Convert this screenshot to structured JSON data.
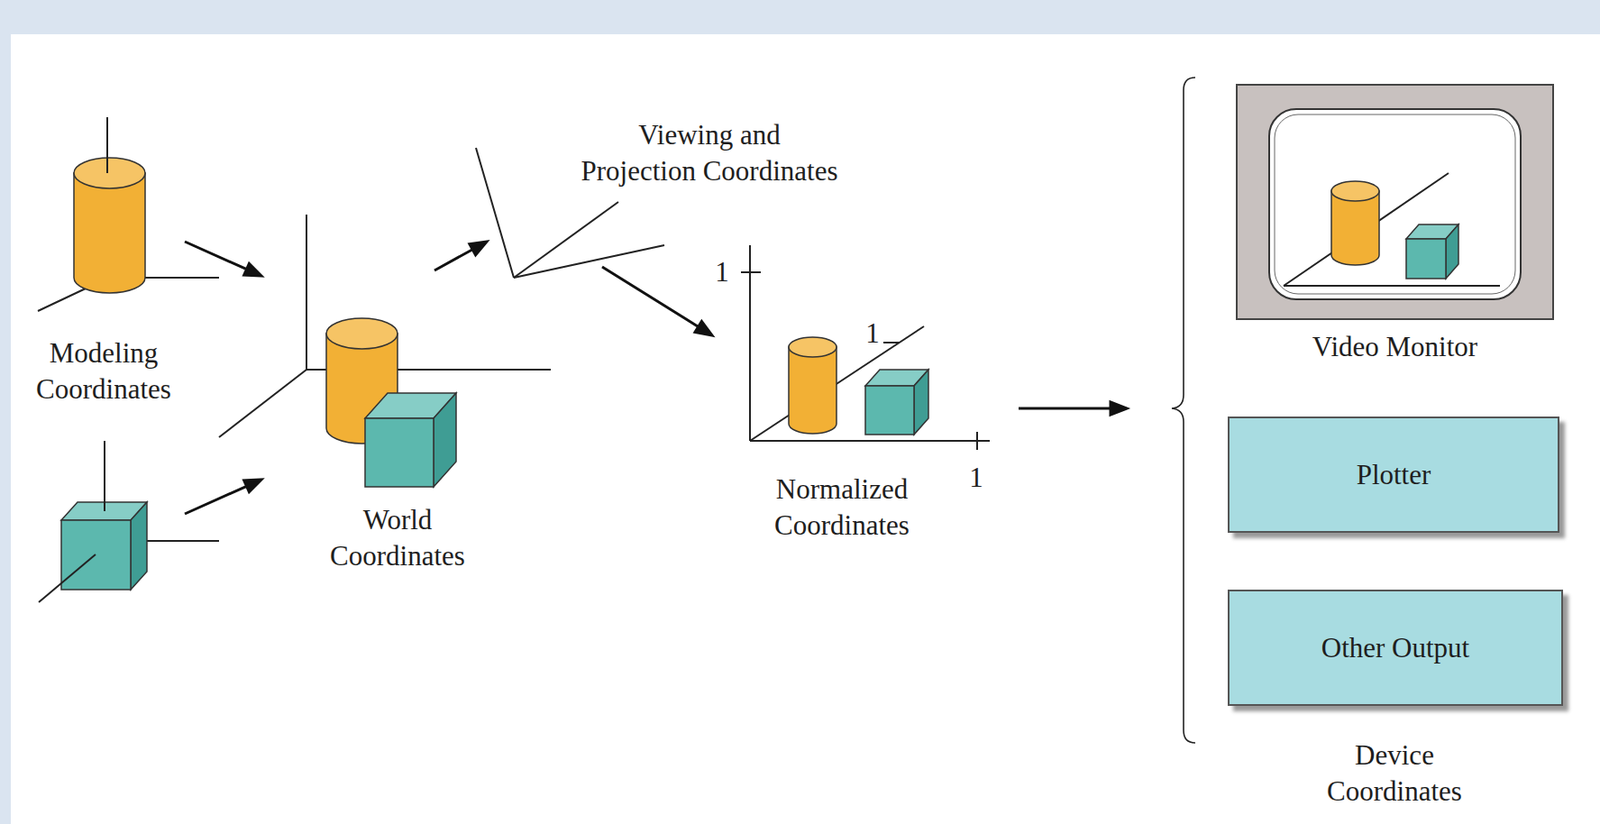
{
  "diagram": {
    "nodes": [
      {
        "text": [
          "Modeling Coordinates"
        ]
      },
      {
        "text": [
          "World Coordinates"
        ]
      },
      {
        "text": [
          "Viewing and Projection Coordinates"
        ]
      },
      {
        "text": [
          "Normalized Coordinates"
        ]
      },
      {
        "text": [
          "Device Coordinates"
        ]
      },
      {
        "text": [
          "Video Monitor"
        ],
        "in": 4
      },
      {
        "text": [
          "Plotter"
        ],
        "in": 4
      },
      {
        "text": [
          "Other Output"
        ],
        "in": 4
      }
    ],
    "edges": [
      {
        "from": 0,
        "to": 1,
        "arrow": "to"
      },
      {
        "from": 0,
        "to": 1,
        "arrow": "to"
      },
      {
        "from": 1,
        "to": 2,
        "arrow": "to"
      },
      {
        "from": 2,
        "to": 3,
        "arrow": "to"
      },
      {
        "from": 3,
        "to": 4,
        "arrow": "to"
      }
    ],
    "labels": [
      "1",
      "1",
      "1"
    ]
  }
}
